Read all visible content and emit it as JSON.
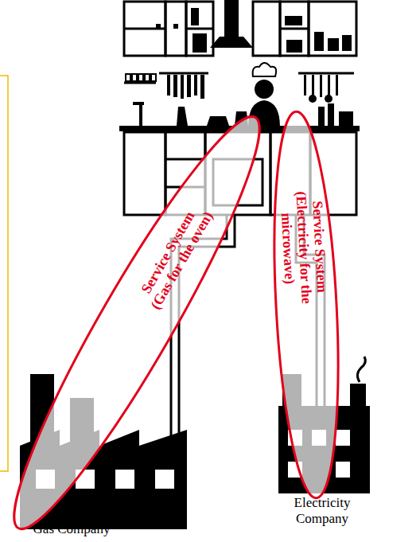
{
  "diagram": {
    "nodes": [
      {
        "text": [
          "Service System (Gas for the oven)"
        ]
      },
      {
        "text": [
          "Service System (Electricity for the microwave)"
        ]
      }
    ],
    "labels": [
      "Gas Company",
      "Electricity Company"
    ]
  }
}
